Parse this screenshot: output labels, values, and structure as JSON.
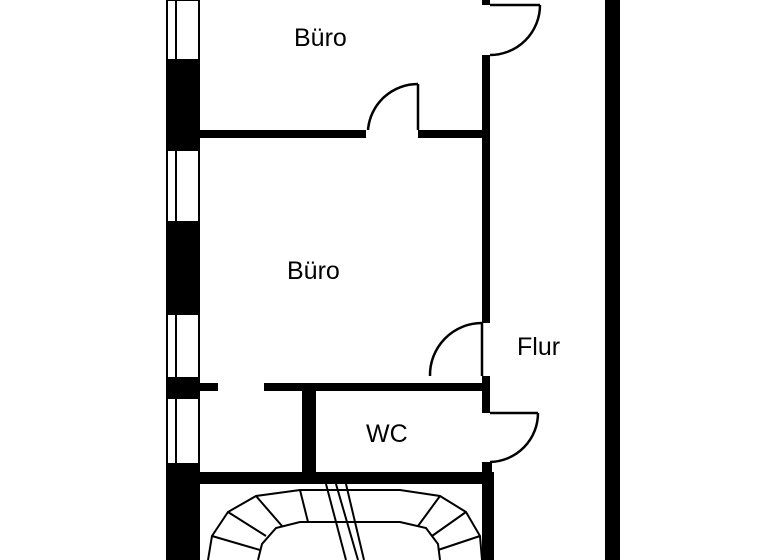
{
  "rooms": {
    "office_upper": "Büro",
    "office_lower": "Büro",
    "corridor": "Flur",
    "toilet": "WC"
  },
  "colors": {
    "wall": "#000000",
    "background": "#ffffff"
  }
}
